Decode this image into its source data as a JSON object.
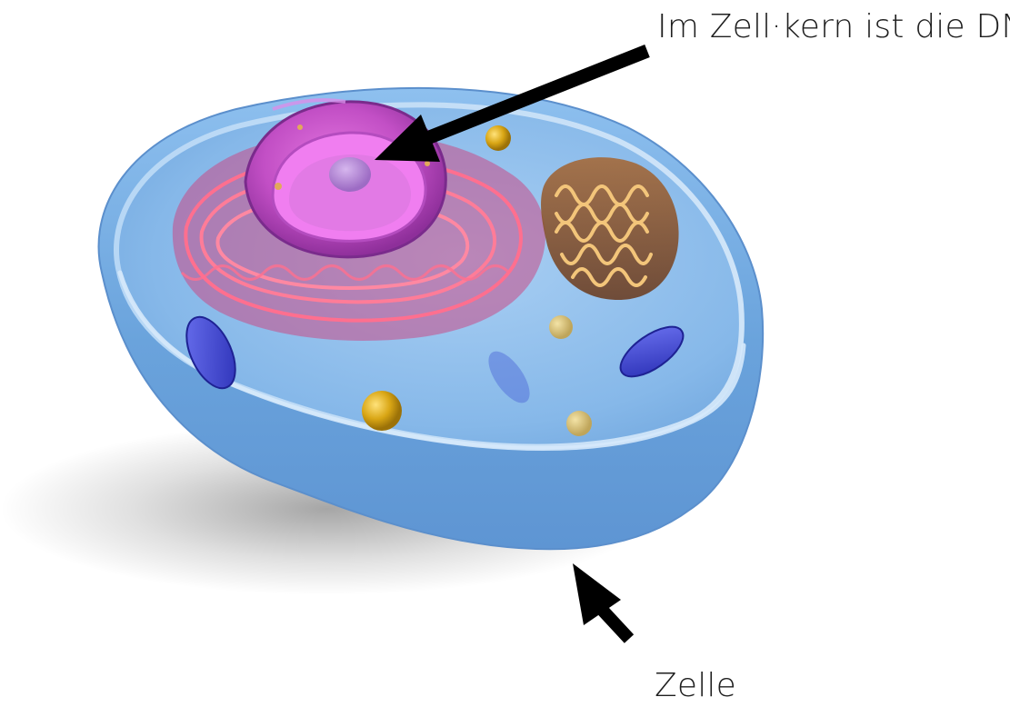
{
  "labels": {
    "nucleus_caption": "Im Zell·kern ist die DNA",
    "cell_caption": "Zelle"
  },
  "colors": {
    "background": "#ffffff",
    "cell_body": "#7fb3e6",
    "cell_rim": "#a8cdf0",
    "nucleus": "#b63fb8",
    "nucleolus": "#b98ad8",
    "endoplasmic_reticulum": "#e4527a",
    "mitochondrion": "#d9a24a",
    "vesicle_blue": "#3b3fd1",
    "vesicle_gold": "#d6a613",
    "arrow": "#000000",
    "text": "#1f1f1f"
  },
  "illustration": {
    "subject": "animal-cell",
    "parts": [
      "cell-membrane",
      "cytoplasm",
      "nucleus",
      "nucleolus",
      "endoplasmic-reticulum",
      "mitochondrion",
      "lysosome",
      "vesicle"
    ]
  }
}
